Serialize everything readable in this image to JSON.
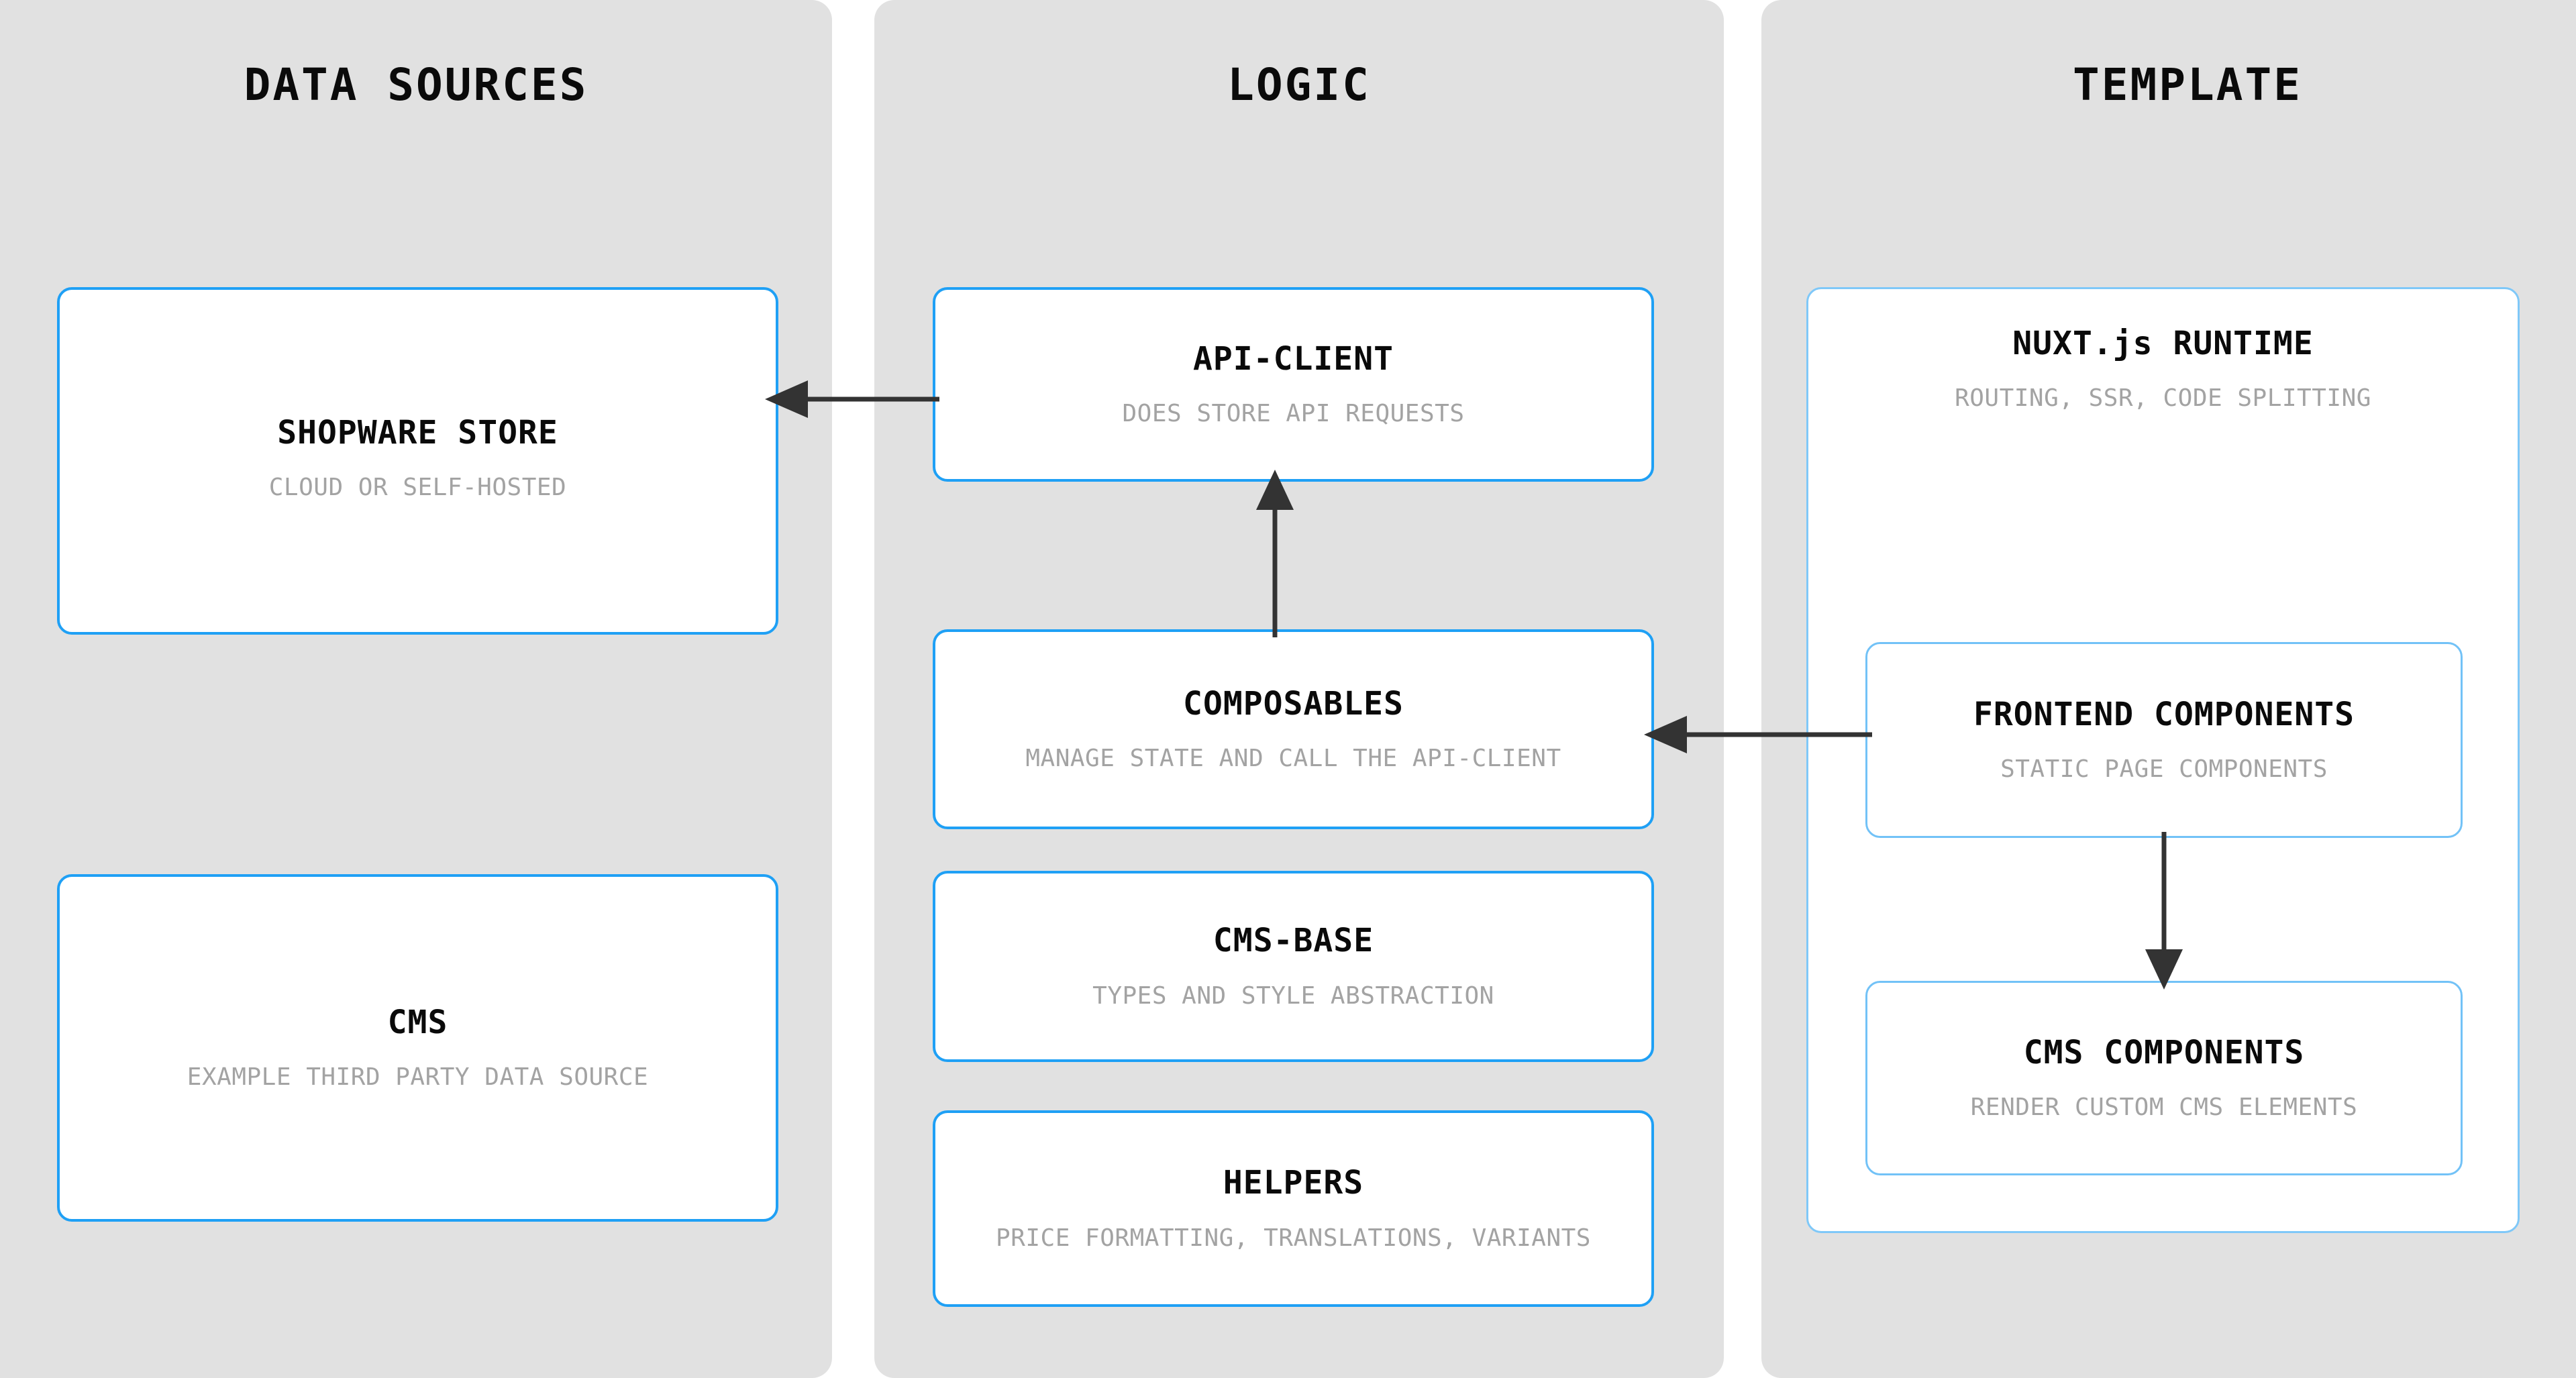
{
  "theme": {
    "panel_bg": "#E1E1E1",
    "card_bg": "#FFFFFF",
    "card_border": "#1FA0F5",
    "nested_card_border": "#72C2F7",
    "container_border": "#7FC8F8",
    "title_color": "#0A0A0A",
    "subtitle_color": "#A3A3A3",
    "arrow_color": "#333333"
  },
  "columns": [
    {
      "id": "data-sources",
      "title": "DATA SOURCES",
      "nodes": [
        {
          "id": "shopware-store",
          "title": "SHOPWARE STORE",
          "subtitle": "CLOUD OR SELF-HOSTED"
        },
        {
          "id": "cms",
          "title": "CMS",
          "subtitle": "EXAMPLE THIRD PARTY DATA SOURCE"
        }
      ]
    },
    {
      "id": "logic",
      "title": "LOGIC",
      "nodes": [
        {
          "id": "api-client",
          "title": "API-CLIENT",
          "subtitle": "DOES STORE API REQUESTS"
        },
        {
          "id": "composables",
          "title": "COMPOSABLES",
          "subtitle": "MANAGE STATE AND CALL THE API-CLIENT"
        },
        {
          "id": "cms-base",
          "title": "CMS-BASE",
          "subtitle": "TYPES AND STYLE ABSTRACTION"
        },
        {
          "id": "helpers",
          "title": "HELPERS",
          "subtitle": "PRICE FORMATTING, TRANSLATIONS, VARIANTS"
        }
      ]
    },
    {
      "id": "template",
      "title": "TEMPLATE",
      "nodes": [
        {
          "id": "nuxt-runtime",
          "title": "NUXT.js RUNTIME",
          "subtitle": "ROUTING, SSR, CODE SPLITTING"
        },
        {
          "id": "frontend-components",
          "title": "FRONTEND COMPONENTS",
          "subtitle": "STATIC PAGE COMPONENTS"
        },
        {
          "id": "cms-components",
          "title": "CMS COMPONENTS",
          "subtitle": "RENDER CUSTOM CMS ELEMENTS"
        }
      ]
    }
  ],
  "edges": [
    {
      "id": "api-to-shopware",
      "from": "api-client",
      "to": "shopware-store",
      "direction": "left"
    },
    {
      "id": "composables-to-api",
      "from": "composables",
      "to": "api-client",
      "direction": "up"
    },
    {
      "id": "frontend-to-composables",
      "from": "frontend-components",
      "to": "composables",
      "direction": "left"
    },
    {
      "id": "frontend-to-cms",
      "from": "frontend-components",
      "to": "cms-components",
      "direction": "down"
    }
  ]
}
